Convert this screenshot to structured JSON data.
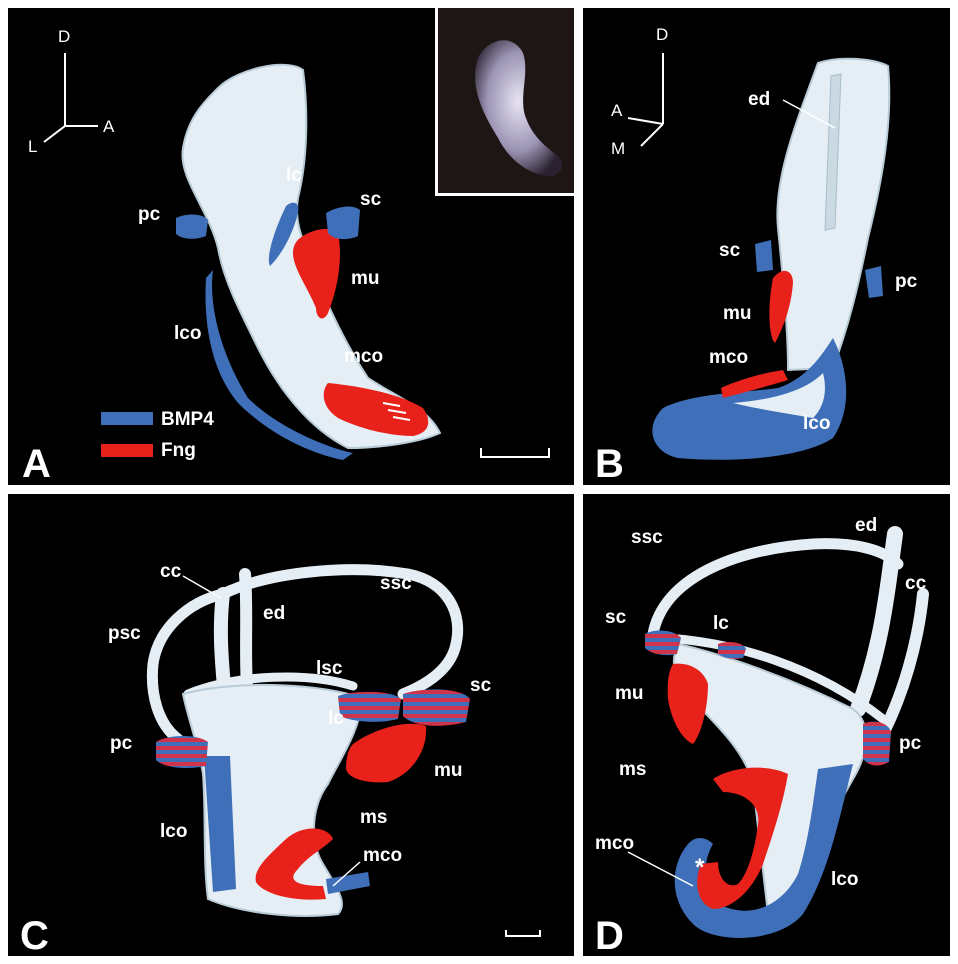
{
  "panels": [
    {
      "letter": "A",
      "axes": {
        "up": "D",
        "left": "L",
        "right": "A"
      },
      "labels": {
        "pc": "pc",
        "lc": "lc",
        "sc": "sc",
        "mu": "mu",
        "lco": "lco",
        "mco": "mco"
      },
      "legend": [
        {
          "label": "BMP4",
          "color": "#3f6fb8"
        },
        {
          "label": "Fng",
          "color": "#e8221b"
        }
      ]
    },
    {
      "letter": "B",
      "axes": {
        "up": "D",
        "left": "A",
        "down": "M"
      },
      "labels": {
        "ed": "ed",
        "sc": "sc",
        "pc": "pc",
        "mu": "mu",
        "mco": "mco",
        "lco": "lco"
      }
    },
    {
      "letter": "C",
      "labels": {
        "cc": "cc",
        "ssc": "ssc",
        "psc": "psc",
        "ed": "ed",
        "lsc": "lsc",
        "sc": "sc",
        "lc": "lc",
        "pc": "pc",
        "mu": "mu",
        "lco": "lco",
        "ms": "ms",
        "mco": "mco"
      }
    },
    {
      "letter": "D",
      "labels": {
        "ssc": "ssc",
        "ed": "ed",
        "cc": "cc",
        "sc": "sc",
        "lc": "lc",
        "mu": "mu",
        "pc": "pc",
        "ms": "ms",
        "mco": "mco",
        "star": "*",
        "lco": "lco"
      }
    }
  ],
  "colors": {
    "tissue": "#e4eef4",
    "bmp4": "#3f6fb8",
    "fng": "#e8221b",
    "background": "#000000"
  },
  "icons": {
    "photo": "embryo-inner-ear-photo"
  }
}
